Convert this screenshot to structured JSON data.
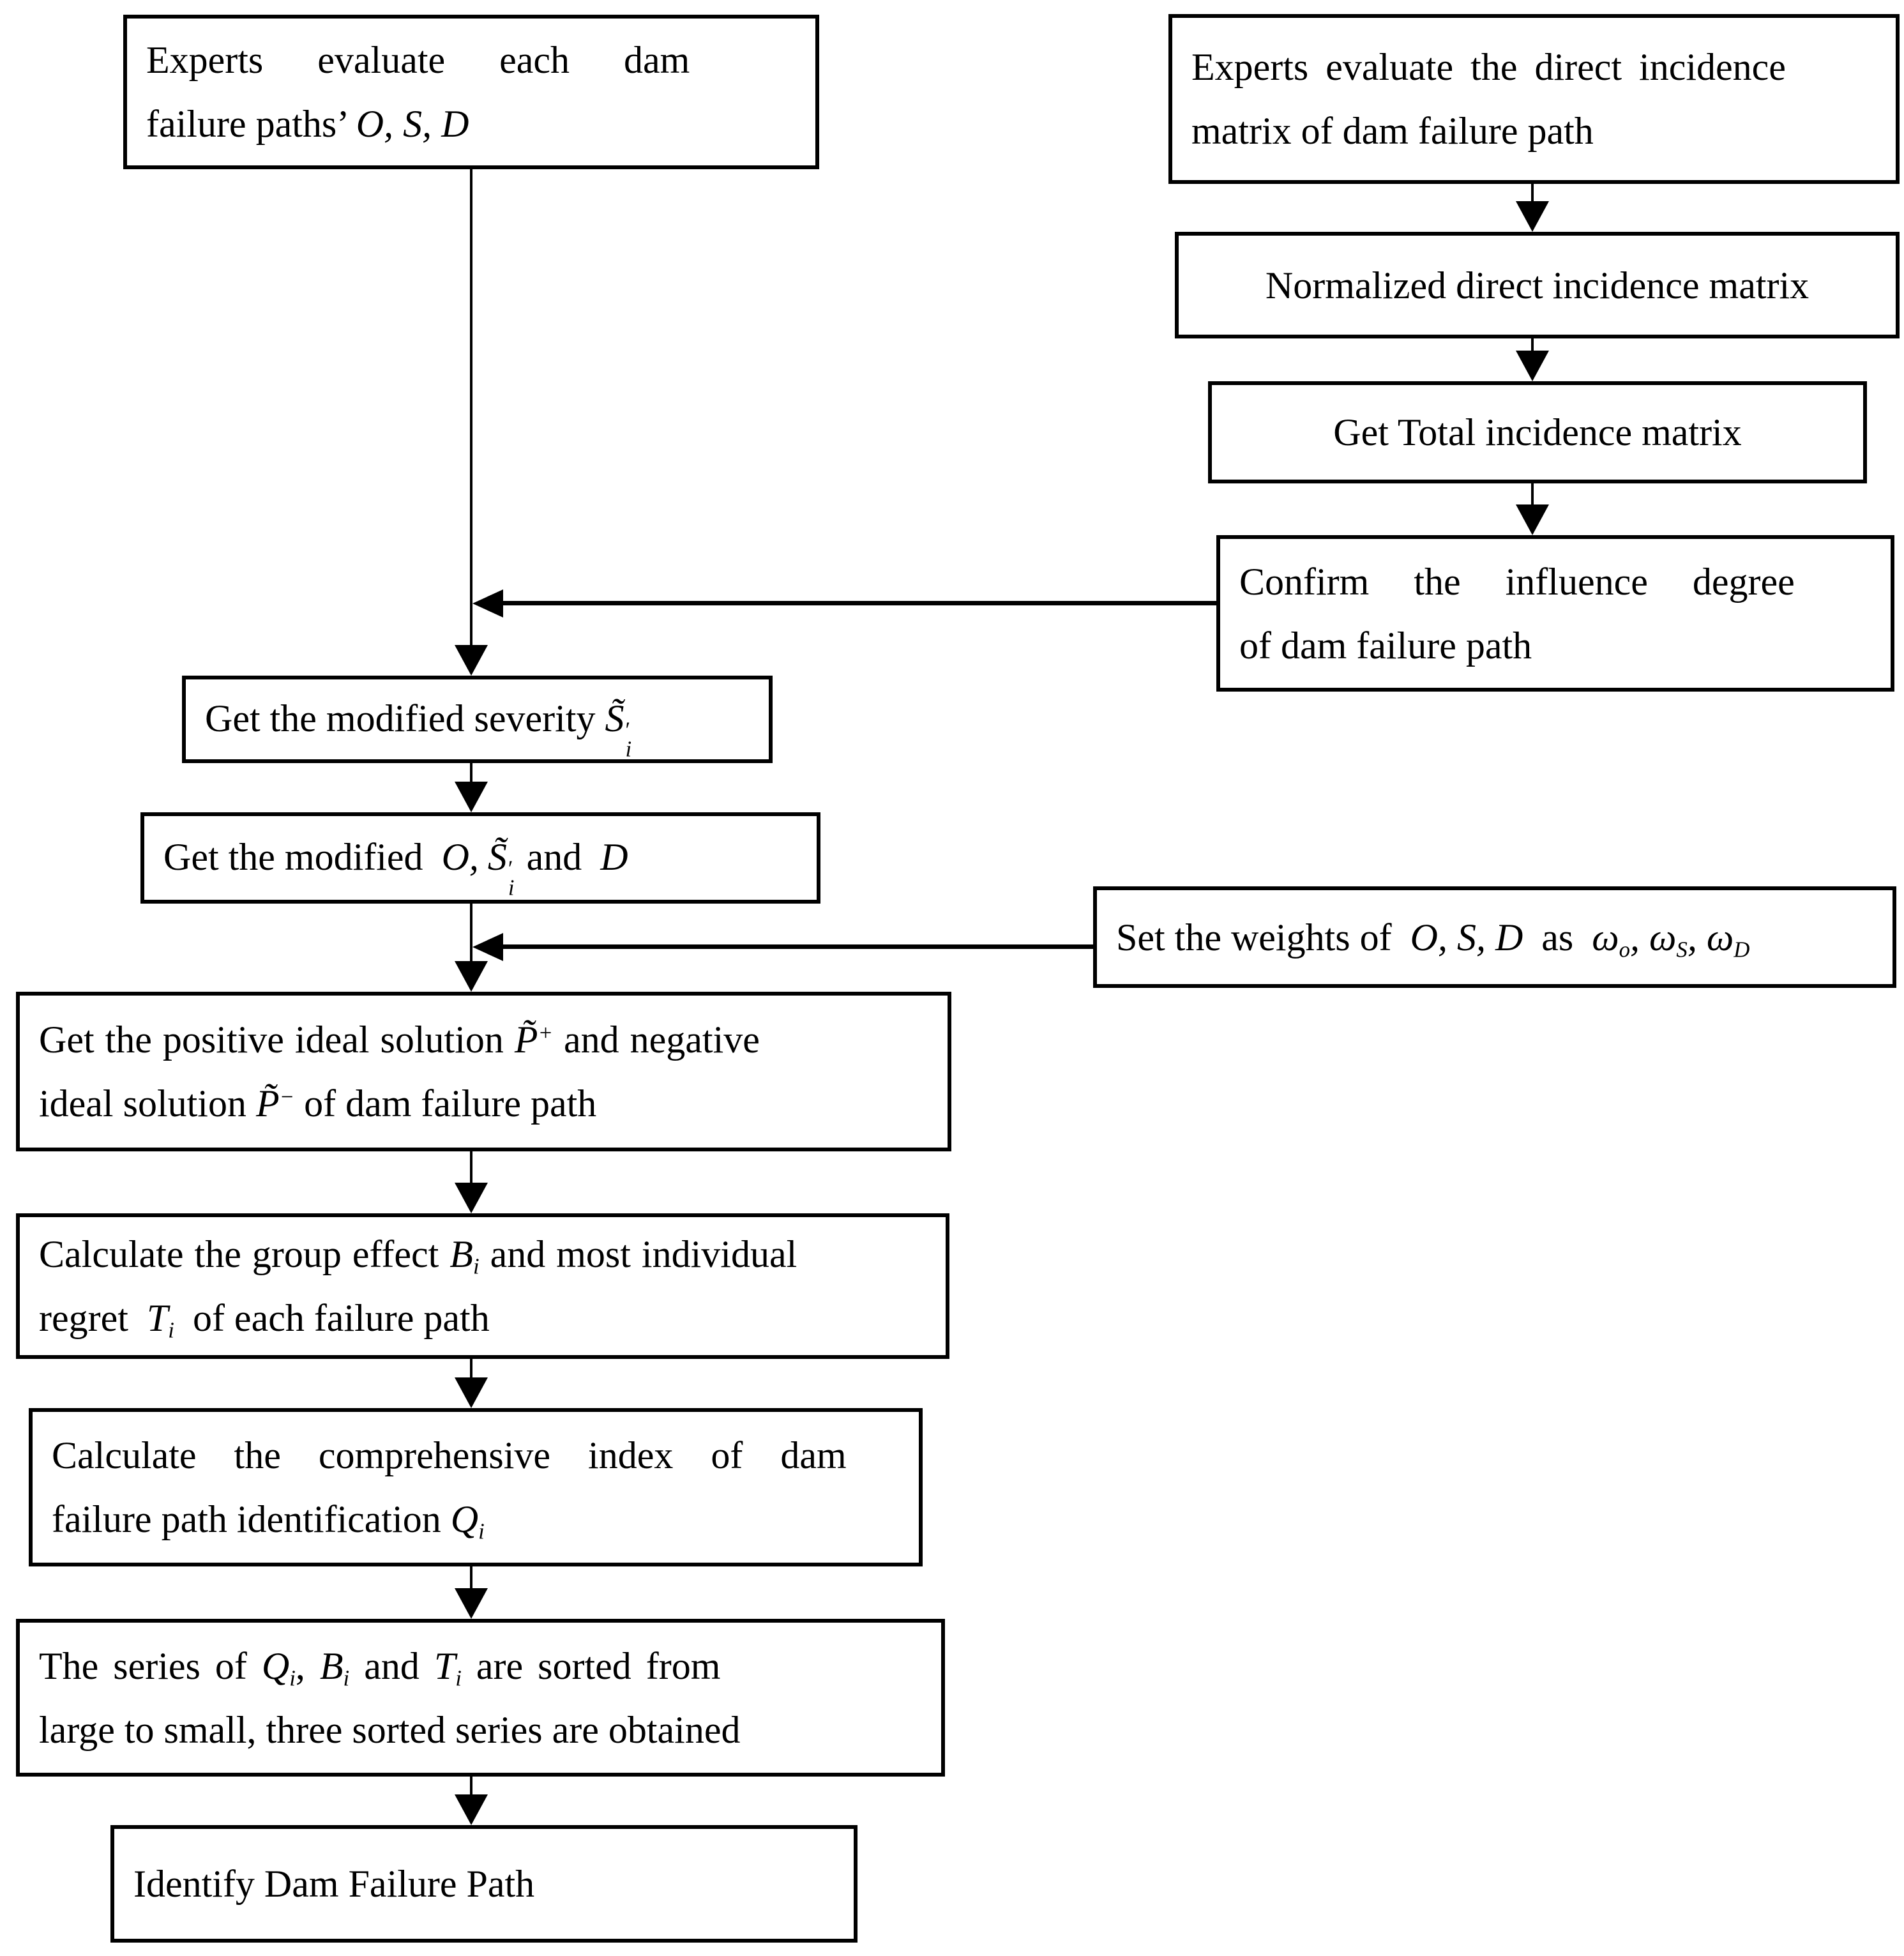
{
  "figure": {
    "type": "flowchart",
    "background": "#ffffff",
    "line_color": "#000000",
    "text_color": "#000000"
  },
  "sym": {
    "i": "i",
    "prime": "′",
    "plus": "+",
    "minus": "−",
    "omega": "ω",
    "sub_o": "o",
    "sub_S": "S",
    "sub_D": "D",
    "S_tilde": "S̃",
    "P_tilde": "P̃",
    "B": "B",
    "T": "T",
    "Q": "Q"
  },
  "boxes": {
    "b1": {
      "line1": "Experts evaluate each dam",
      "line2_text": "failure paths’ ",
      "line2_math": "O, S, D"
    },
    "b2": {
      "line1": "Experts evaluate the direct incidence",
      "line2": "matrix of dam failure path"
    },
    "b3": {
      "text": "Normalized direct incidence matrix"
    },
    "b4": {
      "text": "Get Total incidence matrix"
    },
    "b5": {
      "line1": "Confirm the influence degree",
      "line2": "of dam failure path"
    },
    "b6": {
      "text": "Get the modified severity "
    },
    "b7": {
      "text": "Get the modified ",
      "o_part": "O,",
      "and_text": " and ",
      "d_part": "D"
    },
    "b8": {
      "text1": "Set the weights of ",
      "osd": "O, S, D",
      "as_text": " as ",
      "sep": ", "
    },
    "b9": {
      "l1a": "Get the positive ideal solution ",
      "l1b": " and negative",
      "l2a": "ideal solution ",
      "l2b": " of dam failure path"
    },
    "b10": {
      "l1a": "Calculate the group effect ",
      "l1b": " and most individual",
      "l2a": "regret ",
      "l2b": " of each failure path"
    },
    "b11": {
      "line1": "Calculate the comprehensive index of dam",
      "l2a": "failure path identification "
    },
    "b12": {
      "l1a": "The series of ",
      "sep": ", ",
      "and_text": " and ",
      "l1b": " are sorted from",
      "line2": "large to small, three sorted series are obtained"
    },
    "b13": {
      "text": "Identify Dam Failure Path"
    }
  },
  "edges": [
    {
      "from": "experts-evaluate-osd",
      "to": "get-modified-severity"
    },
    {
      "from": "experts-evaluate-incidence-matrix",
      "to": "normalized-direct-incidence-matrix"
    },
    {
      "from": "normalized-direct-incidence-matrix",
      "to": "get-total-incidence-matrix"
    },
    {
      "from": "get-total-incidence-matrix",
      "to": "confirm-influence-degree"
    },
    {
      "from": "confirm-influence-degree",
      "to": "get-modified-severity"
    },
    {
      "from": "get-modified-severity",
      "to": "get-modified-osd"
    },
    {
      "from": "get-modified-osd",
      "to": "get-ideal-solutions"
    },
    {
      "from": "set-weights",
      "to": "get-ideal-solutions"
    },
    {
      "from": "get-ideal-solutions",
      "to": "calc-group-effect-regret"
    },
    {
      "from": "calc-group-effect-regret",
      "to": "calc-comprehensive-index"
    },
    {
      "from": "calc-comprehensive-index",
      "to": "sort-series"
    },
    {
      "from": "sort-series",
      "to": "identify-dam-failure-path"
    }
  ]
}
